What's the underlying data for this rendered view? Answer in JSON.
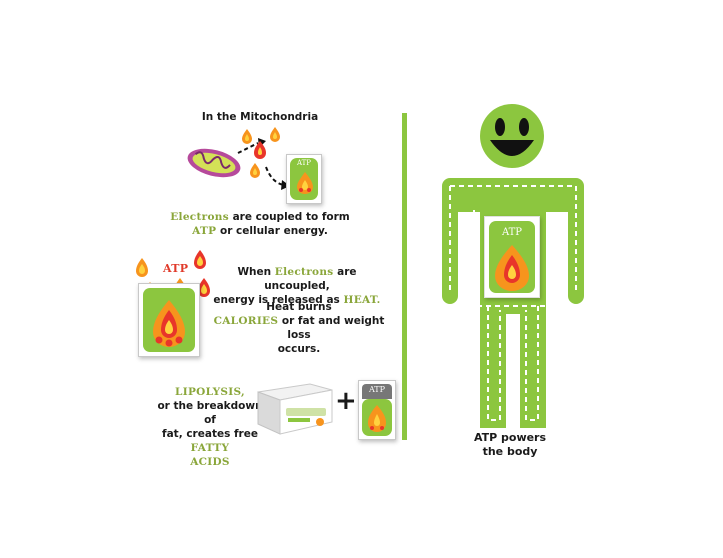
{
  "left": {
    "mito_title": "In the Mitochondria",
    "electrons_word": "Electrons",
    "coupled_line1_rest": " are coupled to form",
    "atp_word": "ATP",
    "coupled_line2_rest": " or cellular energy.",
    "uncoupled_line1_pre": "When ",
    "uncoupled_electrons": "Electrons",
    "uncoupled_line1_post": " are uncoupled,",
    "uncoupled_line2_pre": "energy is released as ",
    "heat_word": "HEAT.",
    "heat_line1": "Heat burns",
    "calories_word": "CALORIES",
    "heat_line2_rest": " or fat and weight loss",
    "heat_line3": "occurs.",
    "lipolysis_word": "LIPOLYSIS,",
    "lipolysis_line2": "or the breakdown of",
    "lipolysis_line3_pre": "fat, creates free ",
    "fatty_word": "FATTY",
    "acids_word": "ACIDS",
    "atp_red_label": "ATP",
    "card_label": "ATP",
    "plus": "+"
  },
  "right": {
    "body_card_label": "ATP",
    "caption_line1": "ATP powers",
    "caption_line2": "the body"
  },
  "colors": {
    "accent_green": "#8cc63f",
    "label_green": "#8aa63a",
    "label_red": "#e03a2a",
    "flame_orange": "#f7941d",
    "flame_red": "#e8352a",
    "flame_yellow": "#ffd23f"
  }
}
